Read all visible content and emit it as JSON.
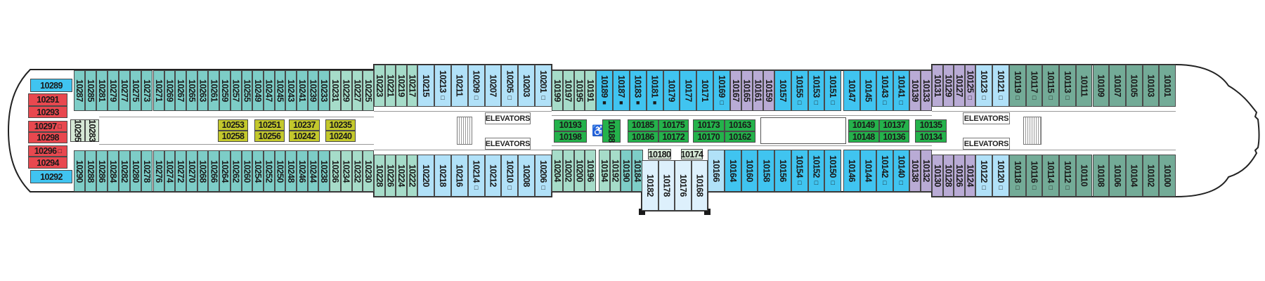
{
  "deck_plan": {
    "labels": {
      "elevators": "ELEVATORS"
    },
    "icons": {
      "accessible": "wheelchair-icon",
      "stairs": "stairs-icon",
      "open_square": "open-square-marker",
      "filled_square": "filled-square-marker"
    },
    "colors": {
      "teal": "#7dcdc7",
      "mint": "#a6dcc9",
      "light_blue": "#b1e1f8",
      "blue": "#40c4f0",
      "purple": "#b9abd5",
      "dark_green": "#73ab97",
      "red": "#e8484f",
      "olive": "#c3c82c",
      "green": "#24b24b",
      "pale_green": "#d6e8d6",
      "pale_blue": "#ddf0fc"
    },
    "groups": {
      "stern_blue_top": [
        {
          "no": "10289"
        }
      ],
      "stern_red": [
        {
          "no": "10291"
        },
        {
          "no": "10293"
        },
        {
          "no": "10297",
          "mark": "□"
        },
        {
          "no": "10298"
        },
        {
          "no": "10296",
          "mark": "□"
        },
        {
          "no": "10294"
        }
      ],
      "stern_blue_bot": [
        {
          "no": "10292"
        }
      ],
      "stern_small": [
        {
          "no": "10295"
        },
        {
          "no": "10283"
        }
      ],
      "aft_top_a": [
        {
          "no": "10287"
        },
        {
          "no": "10285"
        },
        {
          "no": "10281"
        },
        {
          "no": "10279"
        },
        {
          "no": "10277"
        },
        {
          "no": "10275"
        },
        {
          "no": "10273"
        }
      ],
      "aft_top_b": [
        {
          "no": "10271"
        },
        {
          "no": "10269"
        },
        {
          "no": "10267"
        },
        {
          "no": "10265"
        },
        {
          "no": "10263"
        },
        {
          "no": "10261"
        },
        {
          "no": "10259"
        },
        {
          "no": "10257"
        },
        {
          "no": "10255"
        },
        {
          "no": "10249"
        },
        {
          "no": "10247"
        },
        {
          "no": "10245"
        },
        {
          "no": "10243"
        },
        {
          "no": "10241"
        },
        {
          "no": "10239"
        },
        {
          "no": "10233"
        }
      ],
      "aft_top_c": [
        {
          "no": "10231"
        },
        {
          "no": "10229"
        },
        {
          "no": "10227"
        },
        {
          "no": "10225"
        }
      ],
      "aft_bot_a": [
        {
          "no": "10290"
        },
        {
          "no": "10288"
        },
        {
          "no": "10286"
        },
        {
          "no": "10284"
        },
        {
          "no": "10282"
        },
        {
          "no": "10280"
        },
        {
          "no": "10278"
        }
      ],
      "aft_bot_b": [
        {
          "no": "10276"
        },
        {
          "no": "10274"
        },
        {
          "no": "10272"
        },
        {
          "no": "10270"
        },
        {
          "no": "10268"
        },
        {
          "no": "10266"
        },
        {
          "no": "10264"
        },
        {
          "no": "10262"
        },
        {
          "no": "10260"
        },
        {
          "no": "10254"
        },
        {
          "no": "10252"
        },
        {
          "no": "10250"
        },
        {
          "no": "10248"
        },
        {
          "no": "10246"
        },
        {
          "no": "10244"
        },
        {
          "no": "10238"
        }
      ],
      "aft_bot_c": [
        {
          "no": "10236"
        },
        {
          "no": "10234"
        },
        {
          "no": "10232"
        },
        {
          "no": "10230"
        }
      ],
      "aft_suites_1": [
        {
          "no": "10253"
        },
        {
          "no": "10258"
        }
      ],
      "aft_suites_2": [
        {
          "no": "10251"
        },
        {
          "no": "10256"
        }
      ],
      "aft_suites_3": [
        {
          "no": "10237"
        },
        {
          "no": "10242"
        }
      ],
      "aft_suites_4": [
        {
          "no": "10235"
        },
        {
          "no": "10240"
        }
      ],
      "mid_top_a": [
        {
          "no": "10223"
        },
        {
          "no": "10221"
        },
        {
          "no": "10219"
        },
        {
          "no": "10217"
        }
      ],
      "mid_top_b": [
        {
          "no": "10215"
        },
        {
          "no": "10213",
          "mark": "□"
        },
        {
          "no": "10211"
        },
        {
          "no": "10209",
          "mark": "□"
        },
        {
          "no": "10207"
        },
        {
          "no": "10205",
          "mark": "□"
        },
        {
          "no": "10203"
        },
        {
          "no": "10201",
          "mark": "□"
        }
      ],
      "mid_bot_a": [
        {
          "no": "10228"
        },
        {
          "no": "10226"
        },
        {
          "no": "10224"
        },
        {
          "no": "10222"
        }
      ],
      "mid_bot_b": [
        {
          "no": "10220"
        },
        {
          "no": "10218"
        },
        {
          "no": "10216"
        },
        {
          "no": "10214",
          "mark": "□"
        },
        {
          "no": "10212"
        },
        {
          "no": "10210",
          "mark": "□"
        },
        {
          "no": "10208"
        },
        {
          "no": "10206",
          "mark": "□"
        }
      ],
      "fwd_top_a": [
        {
          "no": "10199"
        },
        {
          "no": "10197"
        },
        {
          "no": "10195"
        },
        {
          "no": "10191"
        }
      ],
      "fwd_top_b": [
        {
          "no": "10189",
          "mark": "■"
        },
        {
          "no": "10187",
          "mark": "■"
        },
        {
          "no": "10183",
          "mark": "■"
        },
        {
          "no": "10181",
          "mark": "■"
        },
        {
          "no": "10179"
        },
        {
          "no": "10177"
        },
        {
          "no": "10171"
        },
        {
          "no": "10169",
          "mark": "□"
        }
      ],
      "fwd_top_c": [
        {
          "no": "10167"
        },
        {
          "no": "10165"
        },
        {
          "no": "10161"
        },
        {
          "no": "10159"
        }
      ],
      "fwd_top_d": [
        {
          "no": "10157"
        },
        {
          "no": "10155",
          "mark": "□"
        },
        {
          "no": "10153",
          "mark": "□"
        },
        {
          "no": "10151",
          "mark": "□"
        }
      ],
      "fwd_top_e": [
        {
          "no": "10147"
        },
        {
          "no": "10145"
        },
        {
          "no": "10143",
          "mark": "□"
        },
        {
          "no": "10141",
          "mark": "□"
        }
      ],
      "fwd_top_f": [
        {
          "no": "10139"
        },
        {
          "no": "10133"
        }
      ],
      "fwd_bot_a": [
        {
          "no": "10204"
        },
        {
          "no": "10202"
        },
        {
          "no": "10200"
        },
        {
          "no": "10196"
        }
      ],
      "fwd_bot_b": [
        {
          "no": "10194"
        },
        {
          "no": "10192"
        }
      ],
      "fwd_bot_c": [
        {
          "no": "10190"
        },
        {
          "no": "10184"
        }
      ],
      "fwd_bot_d": [
        {
          "no": "10182"
        },
        {
          "no": "10178"
        },
        {
          "no": "10176"
        },
        {
          "no": "10168"
        }
      ],
      "fwd_bot_small_1": [
        {
          "no": "10180"
        }
      ],
      "fwd_bot_small_2": [
        {
          "no": "10174"
        }
      ],
      "fwd_bot_e": [
        {
          "no": "10166"
        }
      ],
      "fwd_bot_f": [
        {
          "no": "10164"
        },
        {
          "no": "10160"
        },
        {
          "no": "10158"
        },
        {
          "no": "10156"
        },
        {
          "no": "10154",
          "mark": "□"
        },
        {
          "no": "10152",
          "mark": "□"
        },
        {
          "no": "10150",
          "mark": "□"
        }
      ],
      "fwd_bot_g": [
        {
          "no": "10146"
        },
        {
          "no": "10144"
        },
        {
          "no": "10142",
          "mark": "□"
        },
        {
          "no": "10140",
          "mark": "□"
        }
      ],
      "fwd_bot_h": [
        {
          "no": "10138"
        },
        {
          "no": "10132"
        }
      ],
      "fwd_suites_1": [
        {
          "no": "10193"
        },
        {
          "no": "10198"
        }
      ],
      "fwd_suites_2": [
        {
          "no": "10188"
        }
      ],
      "fwd_suites_3": [
        {
          "no": "10185"
        },
        {
          "no": "10175"
        },
        {
          "no": "10186"
        },
        {
          "no": "10172"
        }
      ],
      "fwd_suites_4": [
        {
          "no": "10173"
        },
        {
          "no": "10163"
        },
        {
          "no": "10170"
        },
        {
          "no": "10162"
        }
      ],
      "fwd_suites_5": [
        {
          "no": "10149"
        },
        {
          "no": "10137"
        },
        {
          "no": "10148"
        },
        {
          "no": "10136"
        }
      ],
      "fwd_suites_6": [
        {
          "no": "10135"
        },
        {
          "no": "10134"
        }
      ],
      "bow_top_a": [
        {
          "no": "10131"
        },
        {
          "no": "10129"
        },
        {
          "no": "10127"
        },
        {
          "no": "10125",
          "mark": "□"
        }
      ],
      "bow_top_b": [
        {
          "no": "10123",
          "mark": "□"
        },
        {
          "no": "10121",
          "mark": "□"
        }
      ],
      "bow_top_c": [
        {
          "no": "10119",
          "mark": "□"
        },
        {
          "no": "10117",
          "mark": "□"
        },
        {
          "no": "10115",
          "mark": "□"
        },
        {
          "no": "10113",
          "mark": "□"
        },
        {
          "no": "10111"
        },
        {
          "no": "10109"
        },
        {
          "no": "10107"
        },
        {
          "no": "10105"
        },
        {
          "no": "10103"
        },
        {
          "no": "10101"
        }
      ],
      "bow_bot_a": [
        {
          "no": "10130"
        },
        {
          "no": "10128"
        },
        {
          "no": "10126"
        },
        {
          "no": "10124"
        }
      ],
      "bow_bot_b": [
        {
          "no": "10122",
          "mark": "□"
        },
        {
          "no": "10120",
          "mark": "□"
        }
      ],
      "bow_bot_c": [
        {
          "no": "10118",
          "mark": "□"
        },
        {
          "no": "10116",
          "mark": "□"
        },
        {
          "no": "10114",
          "mark": "□"
        },
        {
          "no": "10112",
          "mark": "□"
        },
        {
          "no": "10110"
        },
        {
          "no": "10108"
        },
        {
          "no": "10106"
        },
        {
          "no": "10104"
        },
        {
          "no": "10102"
        },
        {
          "no": "10100"
        }
      ]
    }
  }
}
